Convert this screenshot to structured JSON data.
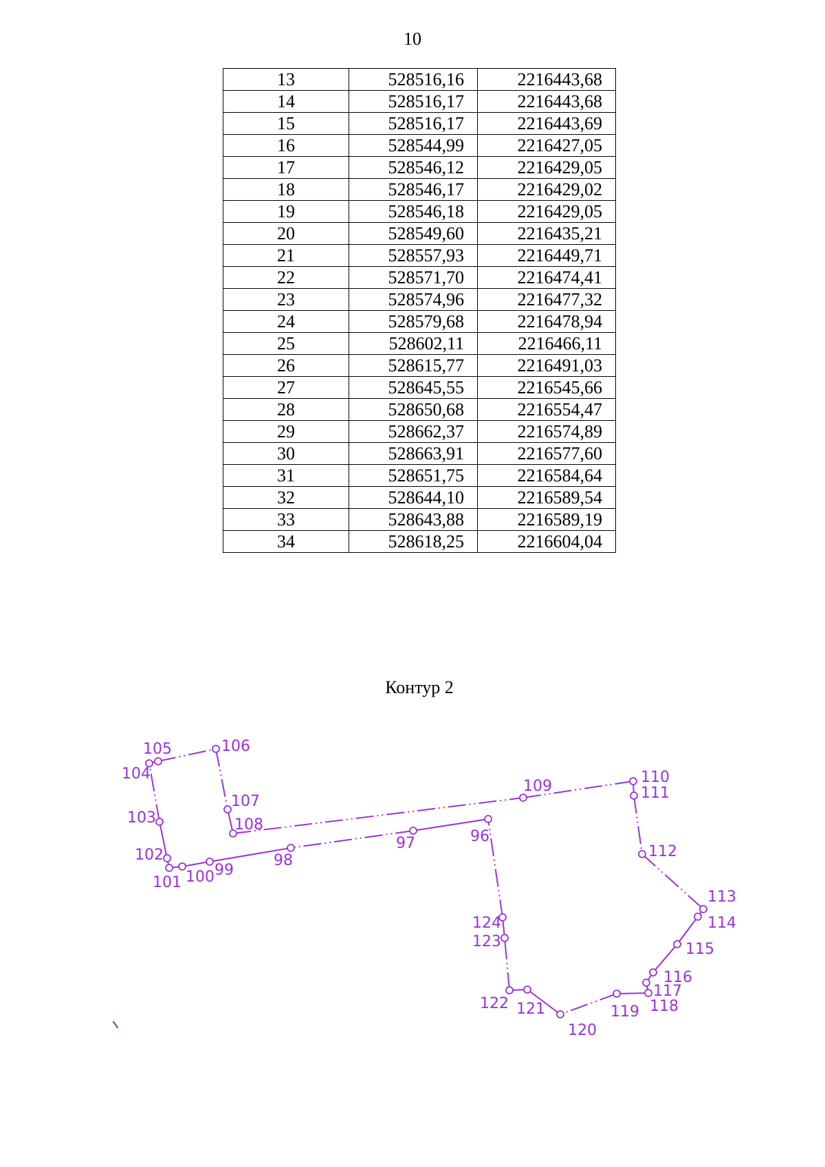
{
  "page_number": "10",
  "table": {
    "rows": [
      [
        "13",
        "528516,16",
        "2216443,68"
      ],
      [
        "14",
        "528516,17",
        "2216443,68"
      ],
      [
        "15",
        "528516,17",
        "2216443,69"
      ],
      [
        "16",
        "528544,99",
        "2216427,05"
      ],
      [
        "17",
        "528546,12",
        "2216429,05"
      ],
      [
        "18",
        "528546,17",
        "2216429,02"
      ],
      [
        "19",
        "528546,18",
        "2216429,05"
      ],
      [
        "20",
        "528549,60",
        "2216435,21"
      ],
      [
        "21",
        "528557,93",
        "2216449,71"
      ],
      [
        "22",
        "528571,70",
        "2216474,41"
      ],
      [
        "23",
        "528574,96",
        "2216477,32"
      ],
      [
        "24",
        "528579,68",
        "2216478,94"
      ],
      [
        "25",
        "528602,11",
        "2216466,11"
      ],
      [
        "26",
        "528615,77",
        "2216491,03"
      ],
      [
        "27",
        "528645,55",
        "2216545,66"
      ],
      [
        "28",
        "528650,68",
        "2216554,47"
      ],
      [
        "29",
        "528662,37",
        "2216574,89"
      ],
      [
        "30",
        "528663,91",
        "2216577,60"
      ],
      [
        "31",
        "528651,75",
        "2216584,64"
      ],
      [
        "32",
        "528644,10",
        "2216589,54"
      ],
      [
        "33",
        "528643,88",
        "2216589,19"
      ],
      [
        "34",
        "528618,25",
        "2216604,04"
      ]
    ]
  },
  "contour_title": "Контур 2",
  "plan": {
    "line_color": "#9b30e0",
    "points": [
      "96",
      "97",
      "98",
      "99",
      "100",
      "101",
      "102",
      "103",
      "104",
      "105",
      "106",
      "107",
      "108",
      "109",
      "110",
      "111",
      "112",
      "113",
      "114",
      "115",
      "116",
      "117",
      "118",
      "119",
      "120",
      "121",
      "122",
      "123",
      "124"
    ]
  }
}
